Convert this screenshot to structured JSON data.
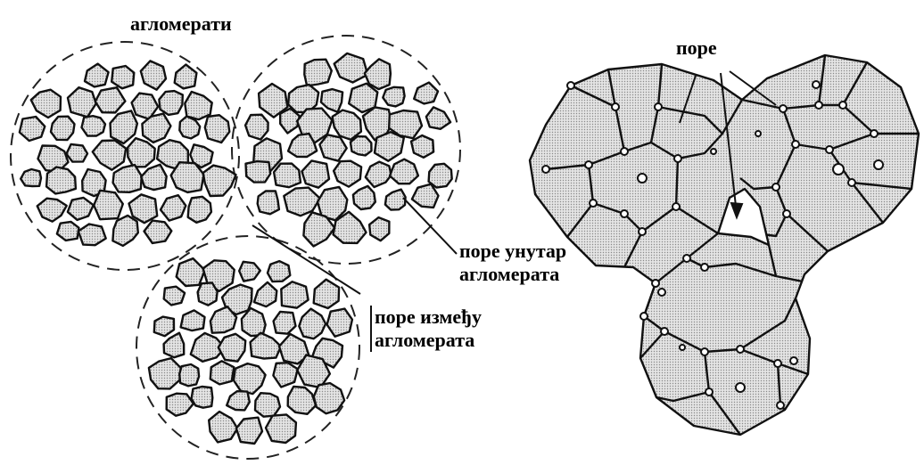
{
  "labels": {
    "agglomerates": "агломерати",
    "pores": "поре",
    "pores_inside_line1": "поре унутар",
    "pores_inside_line2": "агломерата",
    "pores_between_line1": "поре између",
    "pores_between_line2": "агломерата"
  },
  "colors": {
    "grain_fill": "#d9d9d9",
    "outline": "#111111",
    "background": "#ffffff"
  }
}
